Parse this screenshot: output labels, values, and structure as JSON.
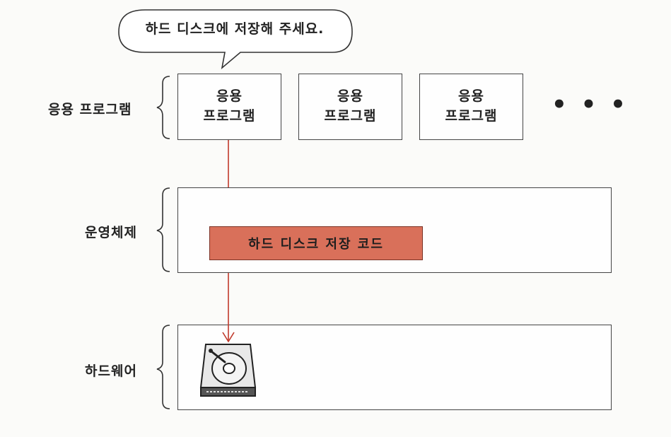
{
  "speech_bubble": {
    "text": "하드 디스크에 저장해 주세요."
  },
  "layers": {
    "application": {
      "label": "응용 프로그램",
      "boxes": [
        {
          "line1": "응용",
          "line2": "프로그램"
        },
        {
          "line1": "응용",
          "line2": "프로그램"
        },
        {
          "line1": "응용",
          "line2": "프로그램"
        }
      ],
      "ellipsis": "• • •"
    },
    "os": {
      "label": "운영체제",
      "kernel_code": "하드 디스크 저장 코드",
      "kernel_code_color": "#d9705a"
    },
    "hardware": {
      "label": "하드웨어",
      "device_icon": "hard-disk-icon"
    }
  },
  "colors": {
    "arrow": "#c0392b",
    "outline": "#444444"
  }
}
